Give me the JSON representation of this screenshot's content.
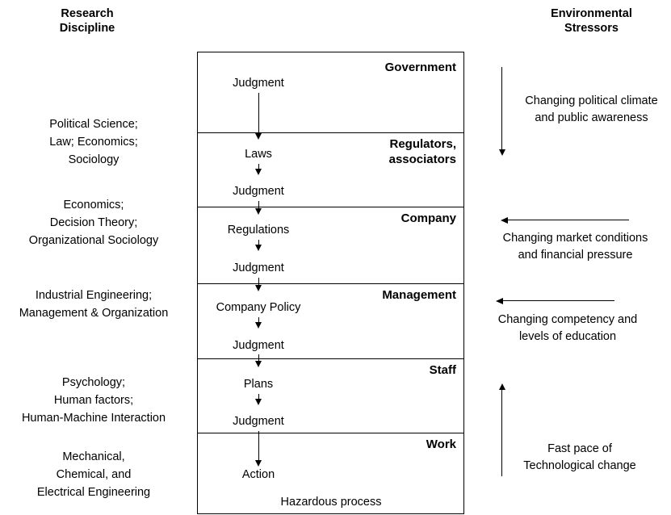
{
  "headings": {
    "research": "Research\nDiscipline",
    "stressors": "Environmental\nStressors"
  },
  "disciplines": [
    {
      "text": "Political Science;\nLaw; Economics;\nSociology"
    },
    {
      "text": "Economics;\nDecision Theory;\nOrganizational Sociology"
    },
    {
      "text": "Industrial Engineering;\nManagement & Organization"
    },
    {
      "text": "Psychology;\nHuman factors;\nHuman-Machine Interaction"
    },
    {
      "text": "Mechanical,\nChemical, and\nElectrical Engineering"
    }
  ],
  "levels": [
    {
      "title": "Government"
    },
    {
      "title": "Regulators,\nassociators"
    },
    {
      "title": "Company"
    },
    {
      "title": "Management"
    },
    {
      "title": "Staff"
    },
    {
      "title": "Work"
    }
  ],
  "flow_labels": [
    {
      "text": "Judgment"
    },
    {
      "text": "Laws"
    },
    {
      "text": "Judgment"
    },
    {
      "text": "Regulations"
    },
    {
      "text": "Judgment"
    },
    {
      "text": "Company Policy"
    },
    {
      "text": "Judgment"
    },
    {
      "text": "Plans"
    },
    {
      "text": "Judgment"
    },
    {
      "text": "Action"
    }
  ],
  "process_label": "Hazardous process",
  "stressors": [
    {
      "text": "Changing political climate\nand public awareness",
      "direction": "down"
    },
    {
      "text": "Changing market conditions\nand financial pressure",
      "direction": "left"
    },
    {
      "text": "Changing competency and\nlevels of education",
      "direction": "left"
    },
    {
      "text": "Fast pace of\nTechnological change",
      "direction": "up"
    }
  ],
  "colors": {
    "stroke": "#000000",
    "background": "#ffffff",
    "text": "#000000"
  }
}
